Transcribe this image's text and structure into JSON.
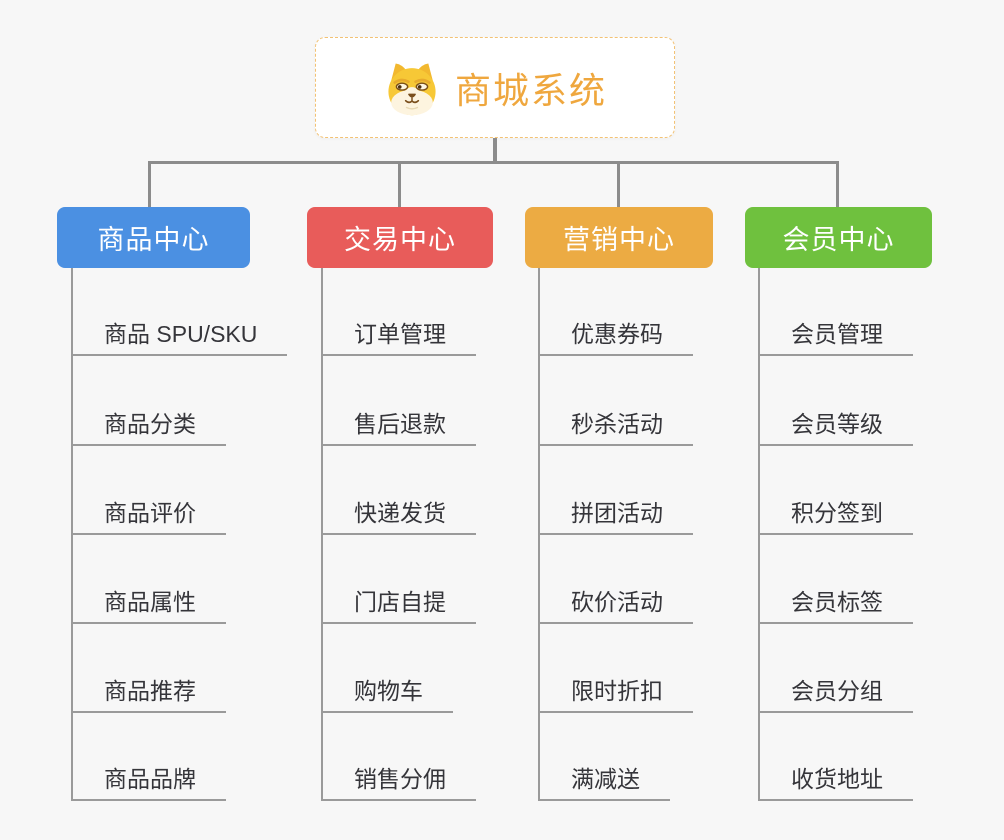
{
  "root": {
    "title": "商城系统",
    "icon": "dog-face-icon",
    "accent_color": "#efa73e",
    "border_color": "#f3c274"
  },
  "connector_color": "#8c8c8c",
  "underline_color": "#9a9a9a",
  "background_color": "#f7f7f7",
  "branches": [
    {
      "label": "商品中心",
      "color": "#4b90e2",
      "items": [
        "商品 SPU/SKU",
        "商品分类",
        "商品评价",
        "商品属性",
        "商品推荐",
        "商品品牌"
      ]
    },
    {
      "label": "交易中心",
      "color": "#e85c5a",
      "items": [
        "订单管理",
        "售后退款",
        "快递发货",
        "门店自提",
        "购物车",
        "销售分佣"
      ]
    },
    {
      "label": "营销中心",
      "color": "#ecab43",
      "items": [
        "优惠券码",
        "秒杀活动",
        "拼团活动",
        "砍价活动",
        "限时折扣",
        "满减送"
      ]
    },
    {
      "label": "会员中心",
      "color": "#6fc13e",
      "items": [
        "会员管理",
        "会员等级",
        "积分签到",
        "会员标签",
        "会员分组",
        "收货地址"
      ]
    }
  ]
}
